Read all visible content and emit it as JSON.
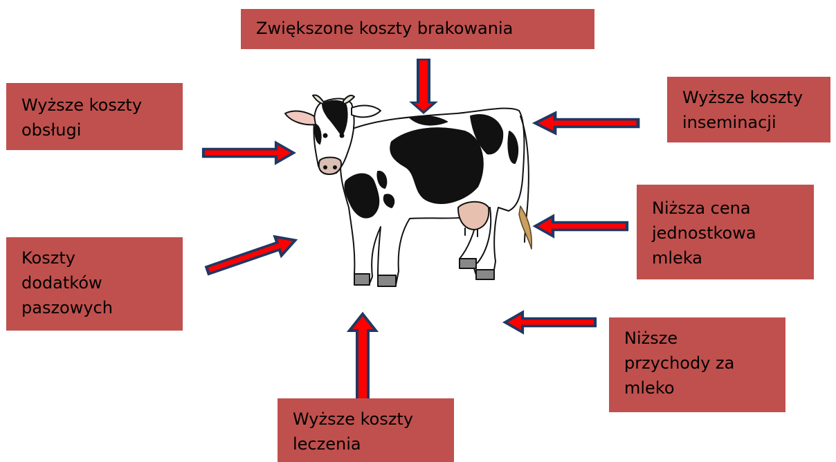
{
  "boxes": {
    "top": "Zwiększone koszty brakowania",
    "upper_left": "Wyższe koszty\nobsługi",
    "lower_left": "Koszty\ndodatków\npaszowych",
    "bottom": "Wyższe koszty\nleczenia",
    "upper_right": "Wyższe koszty\ninseminacji",
    "middle_right": "Niższa cena\njednostkowa\nmleka",
    "lower_right": "Niższe\nprzychody za\nmleko"
  },
  "colors": {
    "box_fill": "#c0504d",
    "arrow_fill": "#ff0000",
    "arrow_outline": "#1f3864"
  },
  "central_image": "holstein-cow"
}
